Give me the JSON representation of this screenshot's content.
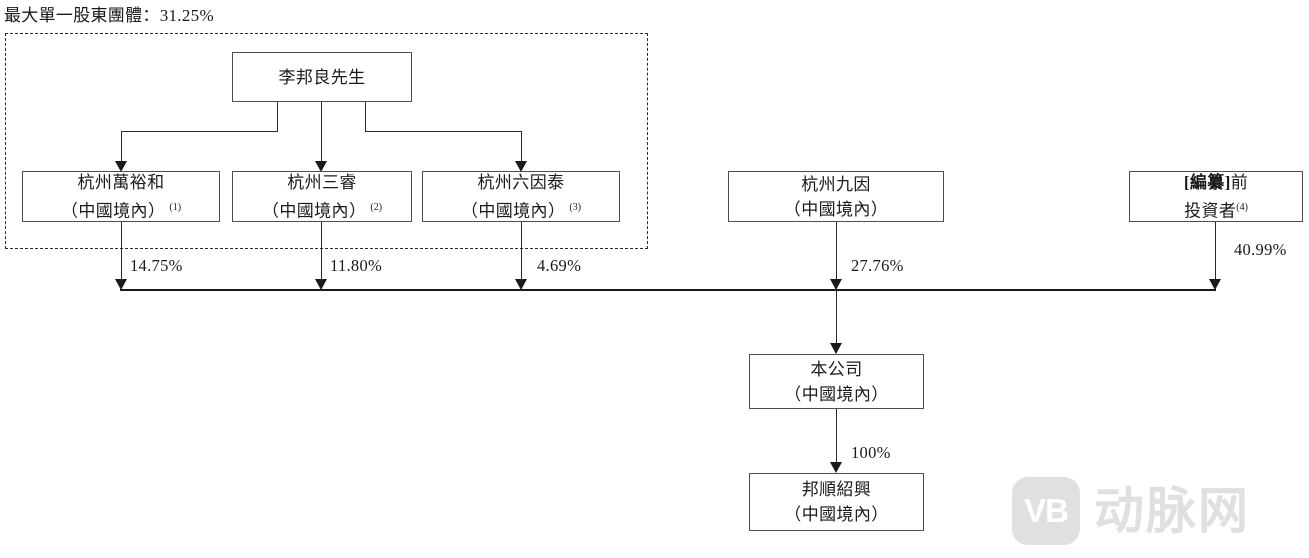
{
  "header": {
    "label": "最大單一股東團體：31.25%"
  },
  "diagram": {
    "type": "org-shareholding-chart",
    "controller": {
      "name": "李邦良先生"
    },
    "shareholders": [
      {
        "name": "杭州萬裕和",
        "jurisdiction": "（中國境內）",
        "note": "(1)",
        "percent": "14.75%",
        "in_group": true
      },
      {
        "name": "杭州三睿",
        "jurisdiction": "（中國境內）",
        "note": "(2)",
        "percent": "11.80%",
        "in_group": true
      },
      {
        "name": "杭州六因泰",
        "jurisdiction": "（中國境內）",
        "note": "(3)",
        "percent": "4.69%",
        "in_group": true
      },
      {
        "name": "杭州九因",
        "jurisdiction": "（中國境內）",
        "note": "",
        "percent": "27.76%",
        "in_group": false
      },
      {
        "name_prefix": "[編纂]",
        "name_suffix": "前",
        "jurisdiction": "投資者",
        "note": "(4)",
        "percent": "40.99%",
        "in_group": false
      }
    ],
    "company": {
      "name": "本公司",
      "jurisdiction": "（中國境內）"
    },
    "subsidiary": {
      "name": "邦順紹興",
      "jurisdiction": "（中國境內）",
      "percent": "100%"
    }
  },
  "watermark": {
    "badge": "VB",
    "text": "动脉网"
  }
}
